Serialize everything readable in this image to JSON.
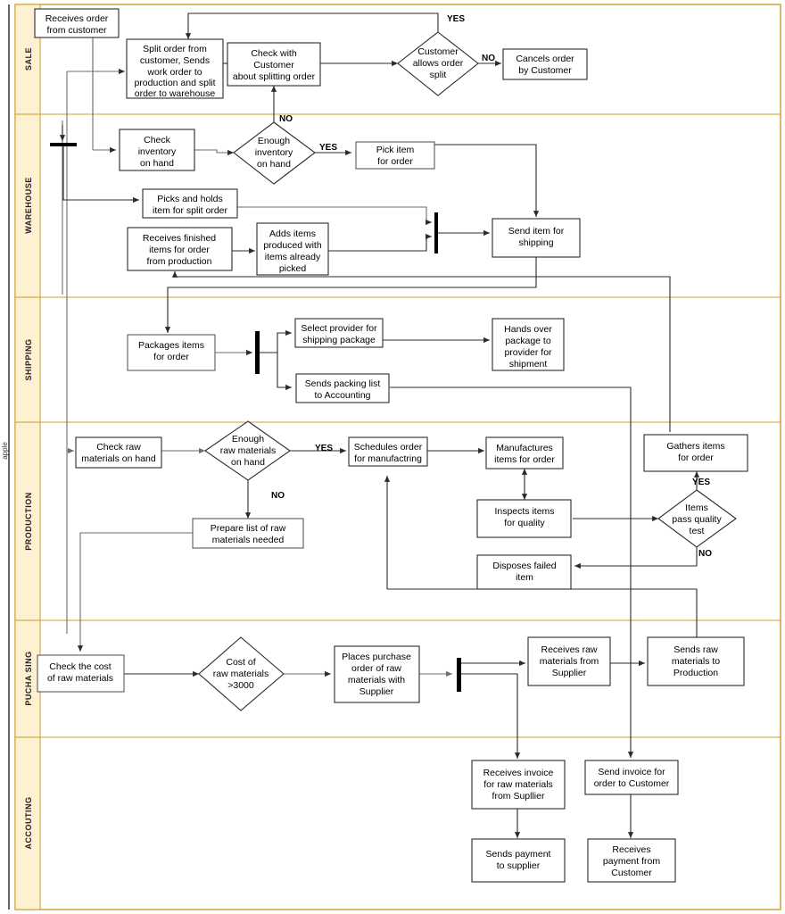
{
  "diagram": {
    "title": "Order fulfilment cross-functional swimlane flowchart",
    "corner_label": "apple",
    "colors": {
      "lane_band_fill": "#fdf1d2",
      "lane_border": "#c8a02a",
      "shape_stroke": "#2b2b2b",
      "shape_fill": "#ffffff",
      "connector": "#2b2b2b",
      "bar": "#000000"
    }
  },
  "lanes": [
    {
      "id": "sale",
      "label": "SALE"
    },
    {
      "id": "warehouse",
      "label": "WAREHOUSE"
    },
    {
      "id": "shipping",
      "label": "SHIPPING"
    },
    {
      "id": "production",
      "label": "PRODUCTION"
    },
    {
      "id": "purchasing",
      "label": "PUCHA SING"
    },
    {
      "id": "accounting",
      "label": "ACCOUTING"
    }
  ],
  "nodes": {
    "receives_order": {
      "lane": "sale",
      "type": "process",
      "lines": [
        "Receives order",
        "from customer"
      ]
    },
    "split_order": {
      "lane": "sale",
      "type": "process",
      "lines": [
        "Split order from",
        "customer, Sends",
        "work order to",
        "production and split",
        "order to warehouse"
      ]
    },
    "check_with_customer": {
      "lane": "sale",
      "type": "process",
      "lines": [
        "Check with",
        "Customer",
        "about splitting order"
      ]
    },
    "customer_allows": {
      "lane": "sale",
      "type": "decision",
      "lines": [
        "Customer",
        "allows order",
        "split"
      ]
    },
    "cancels_order": {
      "lane": "sale",
      "type": "process",
      "lines": [
        "Cancels order",
        "by Customer"
      ]
    },
    "check_inventory": {
      "lane": "warehouse",
      "type": "process",
      "lines": [
        "Check",
        "inventory",
        "on hand"
      ]
    },
    "enough_inventory": {
      "lane": "warehouse",
      "type": "decision",
      "lines": [
        "Enough",
        "inventory",
        "on hand"
      ]
    },
    "pick_item": {
      "lane": "warehouse",
      "type": "process",
      "lines": [
        "Pick item",
        "for order"
      ]
    },
    "picks_and_holds": {
      "lane": "warehouse",
      "type": "process",
      "lines": [
        "Picks and holds",
        "item for split order"
      ]
    },
    "receives_finished": {
      "lane": "warehouse",
      "type": "process",
      "lines": [
        "Receives finished",
        "items for order",
        "from production"
      ]
    },
    "adds_items": {
      "lane": "warehouse",
      "type": "process",
      "lines": [
        "Adds items",
        "produced with",
        "items already",
        "picked"
      ]
    },
    "send_item_shipping": {
      "lane": "warehouse",
      "type": "process",
      "lines": [
        "Send item for",
        "shipping"
      ]
    },
    "packages_items": {
      "lane": "shipping",
      "type": "process",
      "lines": [
        "Packages items",
        "for order"
      ]
    },
    "select_provider": {
      "lane": "shipping",
      "type": "process",
      "lines": [
        "Select provider for",
        "shipping package"
      ]
    },
    "hands_over": {
      "lane": "shipping",
      "type": "process",
      "lines": [
        "Hands over",
        "package to",
        "provider for",
        "shipment"
      ]
    },
    "sends_packing_list": {
      "lane": "shipping",
      "type": "process",
      "lines": [
        "Sends packing list",
        "to Accounting"
      ]
    },
    "check_raw": {
      "lane": "production",
      "type": "process",
      "lines": [
        "Check raw",
        "materials on hand"
      ]
    },
    "enough_raw": {
      "lane": "production",
      "type": "decision",
      "lines": [
        "Enough",
        "raw materials",
        "on hand"
      ]
    },
    "schedules_order": {
      "lane": "production",
      "type": "process",
      "lines": [
        "Schedules order",
        "for manufactring"
      ]
    },
    "manufactures_items": {
      "lane": "production",
      "type": "process",
      "lines": [
        "Manufactures",
        "items for order"
      ]
    },
    "prepare_list": {
      "lane": "production",
      "type": "process",
      "lines": [
        "Prepare list of raw",
        "materials needed"
      ]
    },
    "inspects_items": {
      "lane": "production",
      "type": "process",
      "lines": [
        "Inspects items",
        "for quality"
      ]
    },
    "disposes_failed": {
      "lane": "production",
      "type": "process",
      "lines": [
        "Disposes failed",
        "item"
      ]
    },
    "items_pass_quality": {
      "lane": "production",
      "type": "decision",
      "lines": [
        "Items",
        "pass quality",
        "test"
      ]
    },
    "gathers_items": {
      "lane": "production",
      "type": "process",
      "lines": [
        "Gathers items",
        "for order"
      ]
    },
    "check_cost": {
      "lane": "purchasing",
      "type": "process",
      "lines": [
        "Check the cost",
        "of raw materials"
      ]
    },
    "cost_of_raw": {
      "lane": "purchasing",
      "type": "decision",
      "lines": [
        "Cost of",
        "raw materials",
        ">3000"
      ]
    },
    "places_purchase": {
      "lane": "purchasing",
      "type": "process",
      "lines": [
        "Places purchase",
        "order of raw",
        "materials with",
        "Supplier"
      ]
    },
    "receives_raw": {
      "lane": "purchasing",
      "type": "process",
      "lines": [
        "Receives raw",
        "materials from",
        "Supplier"
      ]
    },
    "sends_raw": {
      "lane": "purchasing",
      "type": "process",
      "lines": [
        "Sends raw",
        "materials to",
        "Production"
      ]
    },
    "receives_invoice": {
      "lane": "accounting",
      "type": "process",
      "lines": [
        "Receives invoice",
        "for raw materials",
        "from Supllier"
      ]
    },
    "send_invoice": {
      "lane": "accounting",
      "type": "process",
      "lines": [
        "Send invoice for",
        "order to Customer"
      ]
    },
    "sends_payment": {
      "lane": "accounting",
      "type": "process",
      "lines": [
        "Sends payment",
        "to supplier"
      ]
    },
    "receives_payment": {
      "lane": "accounting",
      "type": "process",
      "lines": [
        "Receives",
        "payment from",
        "Customer"
      ]
    }
  },
  "edge_labels": {
    "sale_yes": "YES",
    "sale_no": "NO",
    "warehouse_no": "NO",
    "warehouse_yes": "YES",
    "production_yes": "YES",
    "production_no": "NO",
    "quality_yes": "YES",
    "quality_no": "NO"
  }
}
